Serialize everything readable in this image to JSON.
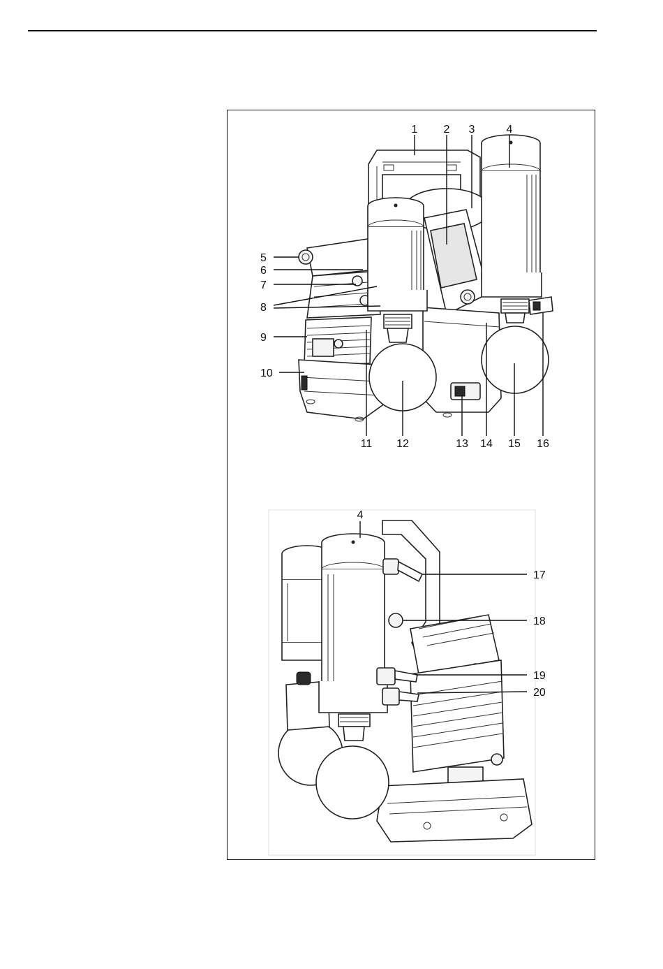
{
  "colors": {
    "line": "#111111",
    "background": "#ffffff",
    "screen": "#e6e6e6"
  },
  "figure1": {
    "callouts": [
      "1",
      "2",
      "3",
      "4",
      "5",
      "6",
      "7",
      "8",
      "9",
      "10",
      "11",
      "12",
      "13",
      "14",
      "15",
      "16"
    ]
  },
  "figure2": {
    "callouts": [
      "4",
      "17",
      "18",
      "19",
      "20"
    ]
  }
}
